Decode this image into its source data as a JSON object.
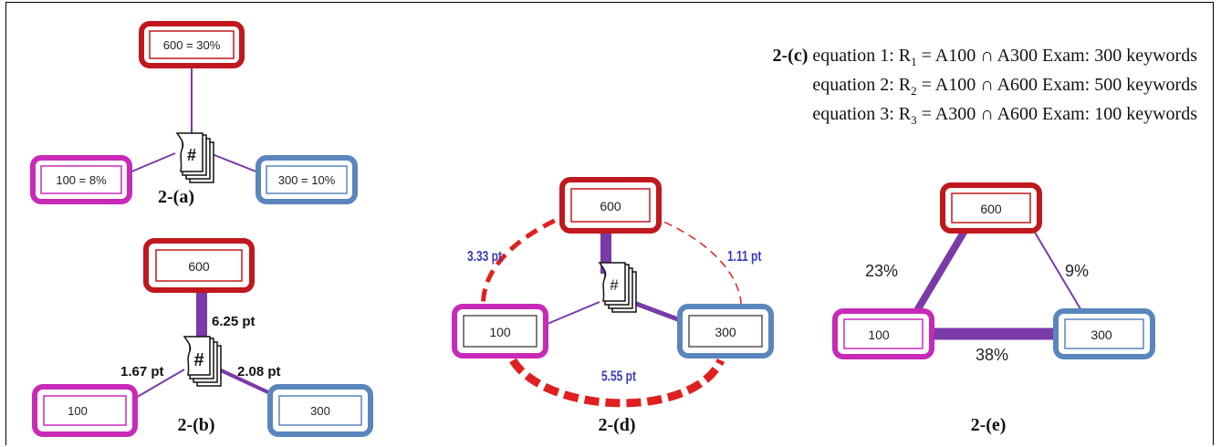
{
  "equations": {
    "prefix": "2-(c)",
    "eq1": {
      "label": "equation 1: R",
      "sub": "1",
      "rest": " = A100 ∩ A300 Exam: 300 keywords"
    },
    "eq2": {
      "label": "equation 2: R",
      "sub": "2",
      "rest": " = A100 ∩ A600 Exam: 500 keywords"
    },
    "eq3": {
      "label": "equation 3: R",
      "sub": "3",
      "rest": " = A300 ∩ A600 Exam: 100 keywords"
    }
  },
  "document_symbol": "#",
  "panel_a": {
    "caption": "2-(a)",
    "top": "600 = 30%",
    "left": "100 = 8%",
    "right": "300 = 10%"
  },
  "panel_b": {
    "caption": "2-(b)",
    "top": "600",
    "left": "100",
    "right": "300",
    "edge_top": "6.25 pt",
    "edge_left": "1.67 pt",
    "edge_right": "2.08 pt"
  },
  "panel_d": {
    "caption": "2-(d)",
    "top": "600",
    "left": "100",
    "right": "300",
    "arc_left": "3.33 pt",
    "arc_right": "1.11 pt",
    "arc_bottom": "5.55 pt"
  },
  "panel_e": {
    "caption": "2-(e)",
    "top": "600",
    "left": "100",
    "right": "300",
    "edge_left": "23%",
    "edge_right": "9%",
    "edge_bottom": "38%"
  },
  "colors": {
    "red": "#c0181e",
    "magenta": "#c82ab8",
    "blue": "#5a86bd",
    "purple": "#7a3aa8",
    "arc_red": "#e02020",
    "arc_label": "#3a3ab8"
  }
}
